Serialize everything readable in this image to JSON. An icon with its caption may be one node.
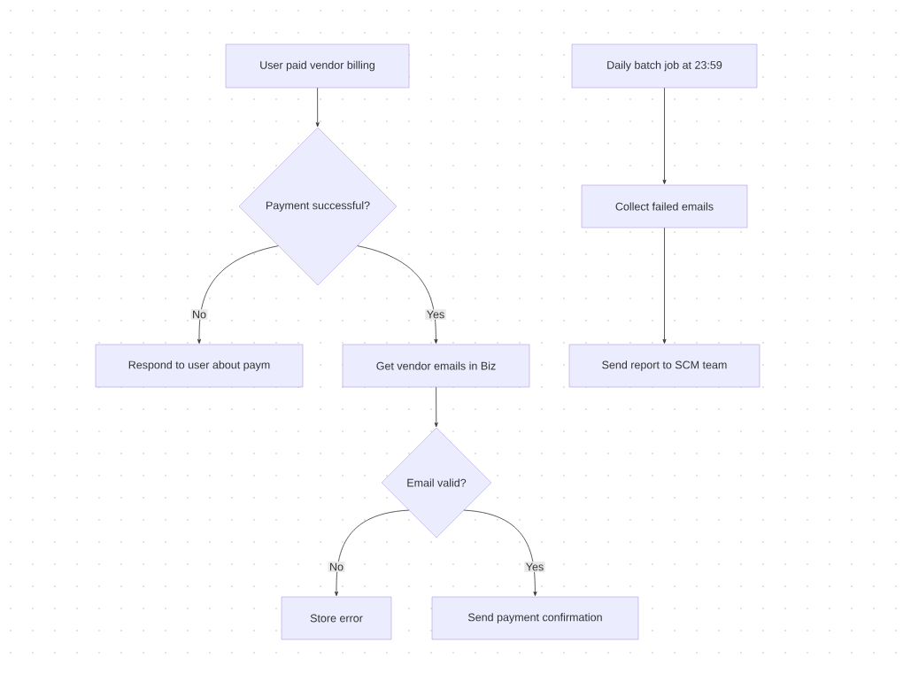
{
  "diagram": {
    "nodes": [
      {
        "text": [
          "User paid vendor billing"
        ]
      },
      {
        "text": [
          "Payment successful?"
        ]
      },
      {
        "text": [
          "Respond to user about paym"
        ]
      },
      {
        "text": [
          "Get vendor emails in Biz"
        ]
      },
      {
        "text": [
          "Email valid?"
        ]
      },
      {
        "text": [
          "Store error"
        ]
      },
      {
        "text": [
          "Send payment confirmation"
        ]
      },
      {
        "text": [
          "Daily batch job at 23:59"
        ]
      },
      {
        "text": [
          "Collect failed emails"
        ]
      },
      {
        "text": [
          "Send report to SCM team"
        ]
      }
    ],
    "edges": [
      {
        "from": 0,
        "to": 1,
        "arrow": "to"
      },
      {
        "from": 1,
        "to": 2,
        "arrow": "to",
        "label": "No"
      },
      {
        "from": 1,
        "to": 3,
        "arrow": "to",
        "label": "Yes"
      },
      {
        "from": 3,
        "to": 4,
        "arrow": "to"
      },
      {
        "from": 4,
        "to": 5,
        "arrow": "to",
        "label": "No"
      },
      {
        "from": 4,
        "to": 6,
        "arrow": "to",
        "label": "Yes"
      },
      {
        "from": 7,
        "to": 8,
        "arrow": "to"
      },
      {
        "from": 8,
        "to": 9,
        "arrow": "to"
      }
    ]
  }
}
